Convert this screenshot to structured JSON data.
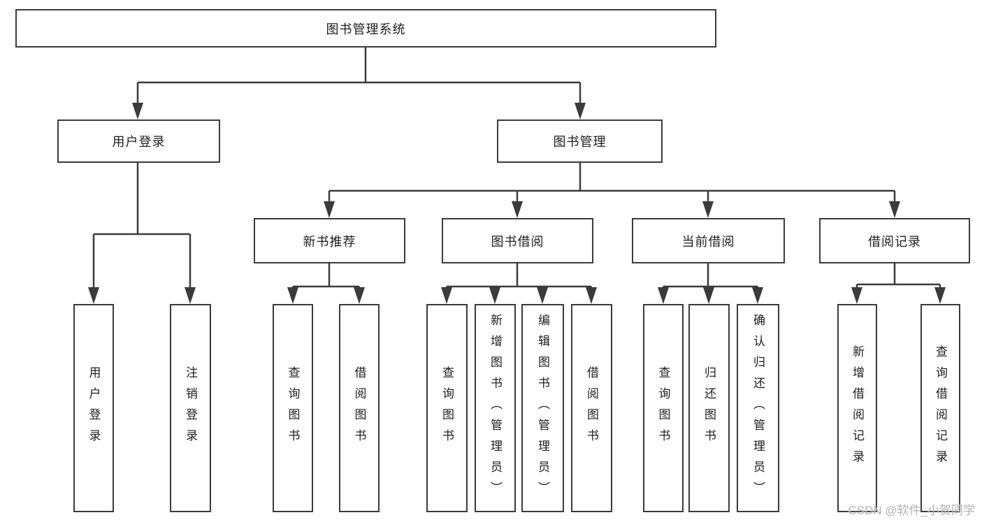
{
  "diagram": {
    "root": {
      "label": "图书管理系统"
    },
    "login": {
      "label": "用户登录",
      "children": [
        {
          "label": "用户登录"
        },
        {
          "label": "注销登录"
        }
      ]
    },
    "mgmt": {
      "label": "图书管理"
    },
    "recommend": {
      "label": "新书推荐",
      "children": [
        {
          "label": "查询图书"
        },
        {
          "label": "借阅图书"
        }
      ]
    },
    "borrow": {
      "label": "图书借阅",
      "children": [
        {
          "label": "查询图书"
        },
        {
          "label": "新增图书（管理员）"
        },
        {
          "label": "编辑图书（管理员）"
        },
        {
          "label": "借阅图书"
        }
      ]
    },
    "current": {
      "label": "当前借阅",
      "children": [
        {
          "label": "查询图书"
        },
        {
          "label": "归还图书"
        },
        {
          "label": "确认归还（管理员）"
        }
      ]
    },
    "records": {
      "label": "借阅记录",
      "children": [
        {
          "label": "新增借阅记录"
        },
        {
          "label": "查询借阅记录"
        }
      ]
    },
    "colors": {
      "line": "#3b3b3b",
      "border": "#3b3b3b",
      "text": "#1d1d1d",
      "watermark": "#aeaeae"
    }
  },
  "watermark": {
    "text": "CSDN @软件_小贺同学"
  }
}
